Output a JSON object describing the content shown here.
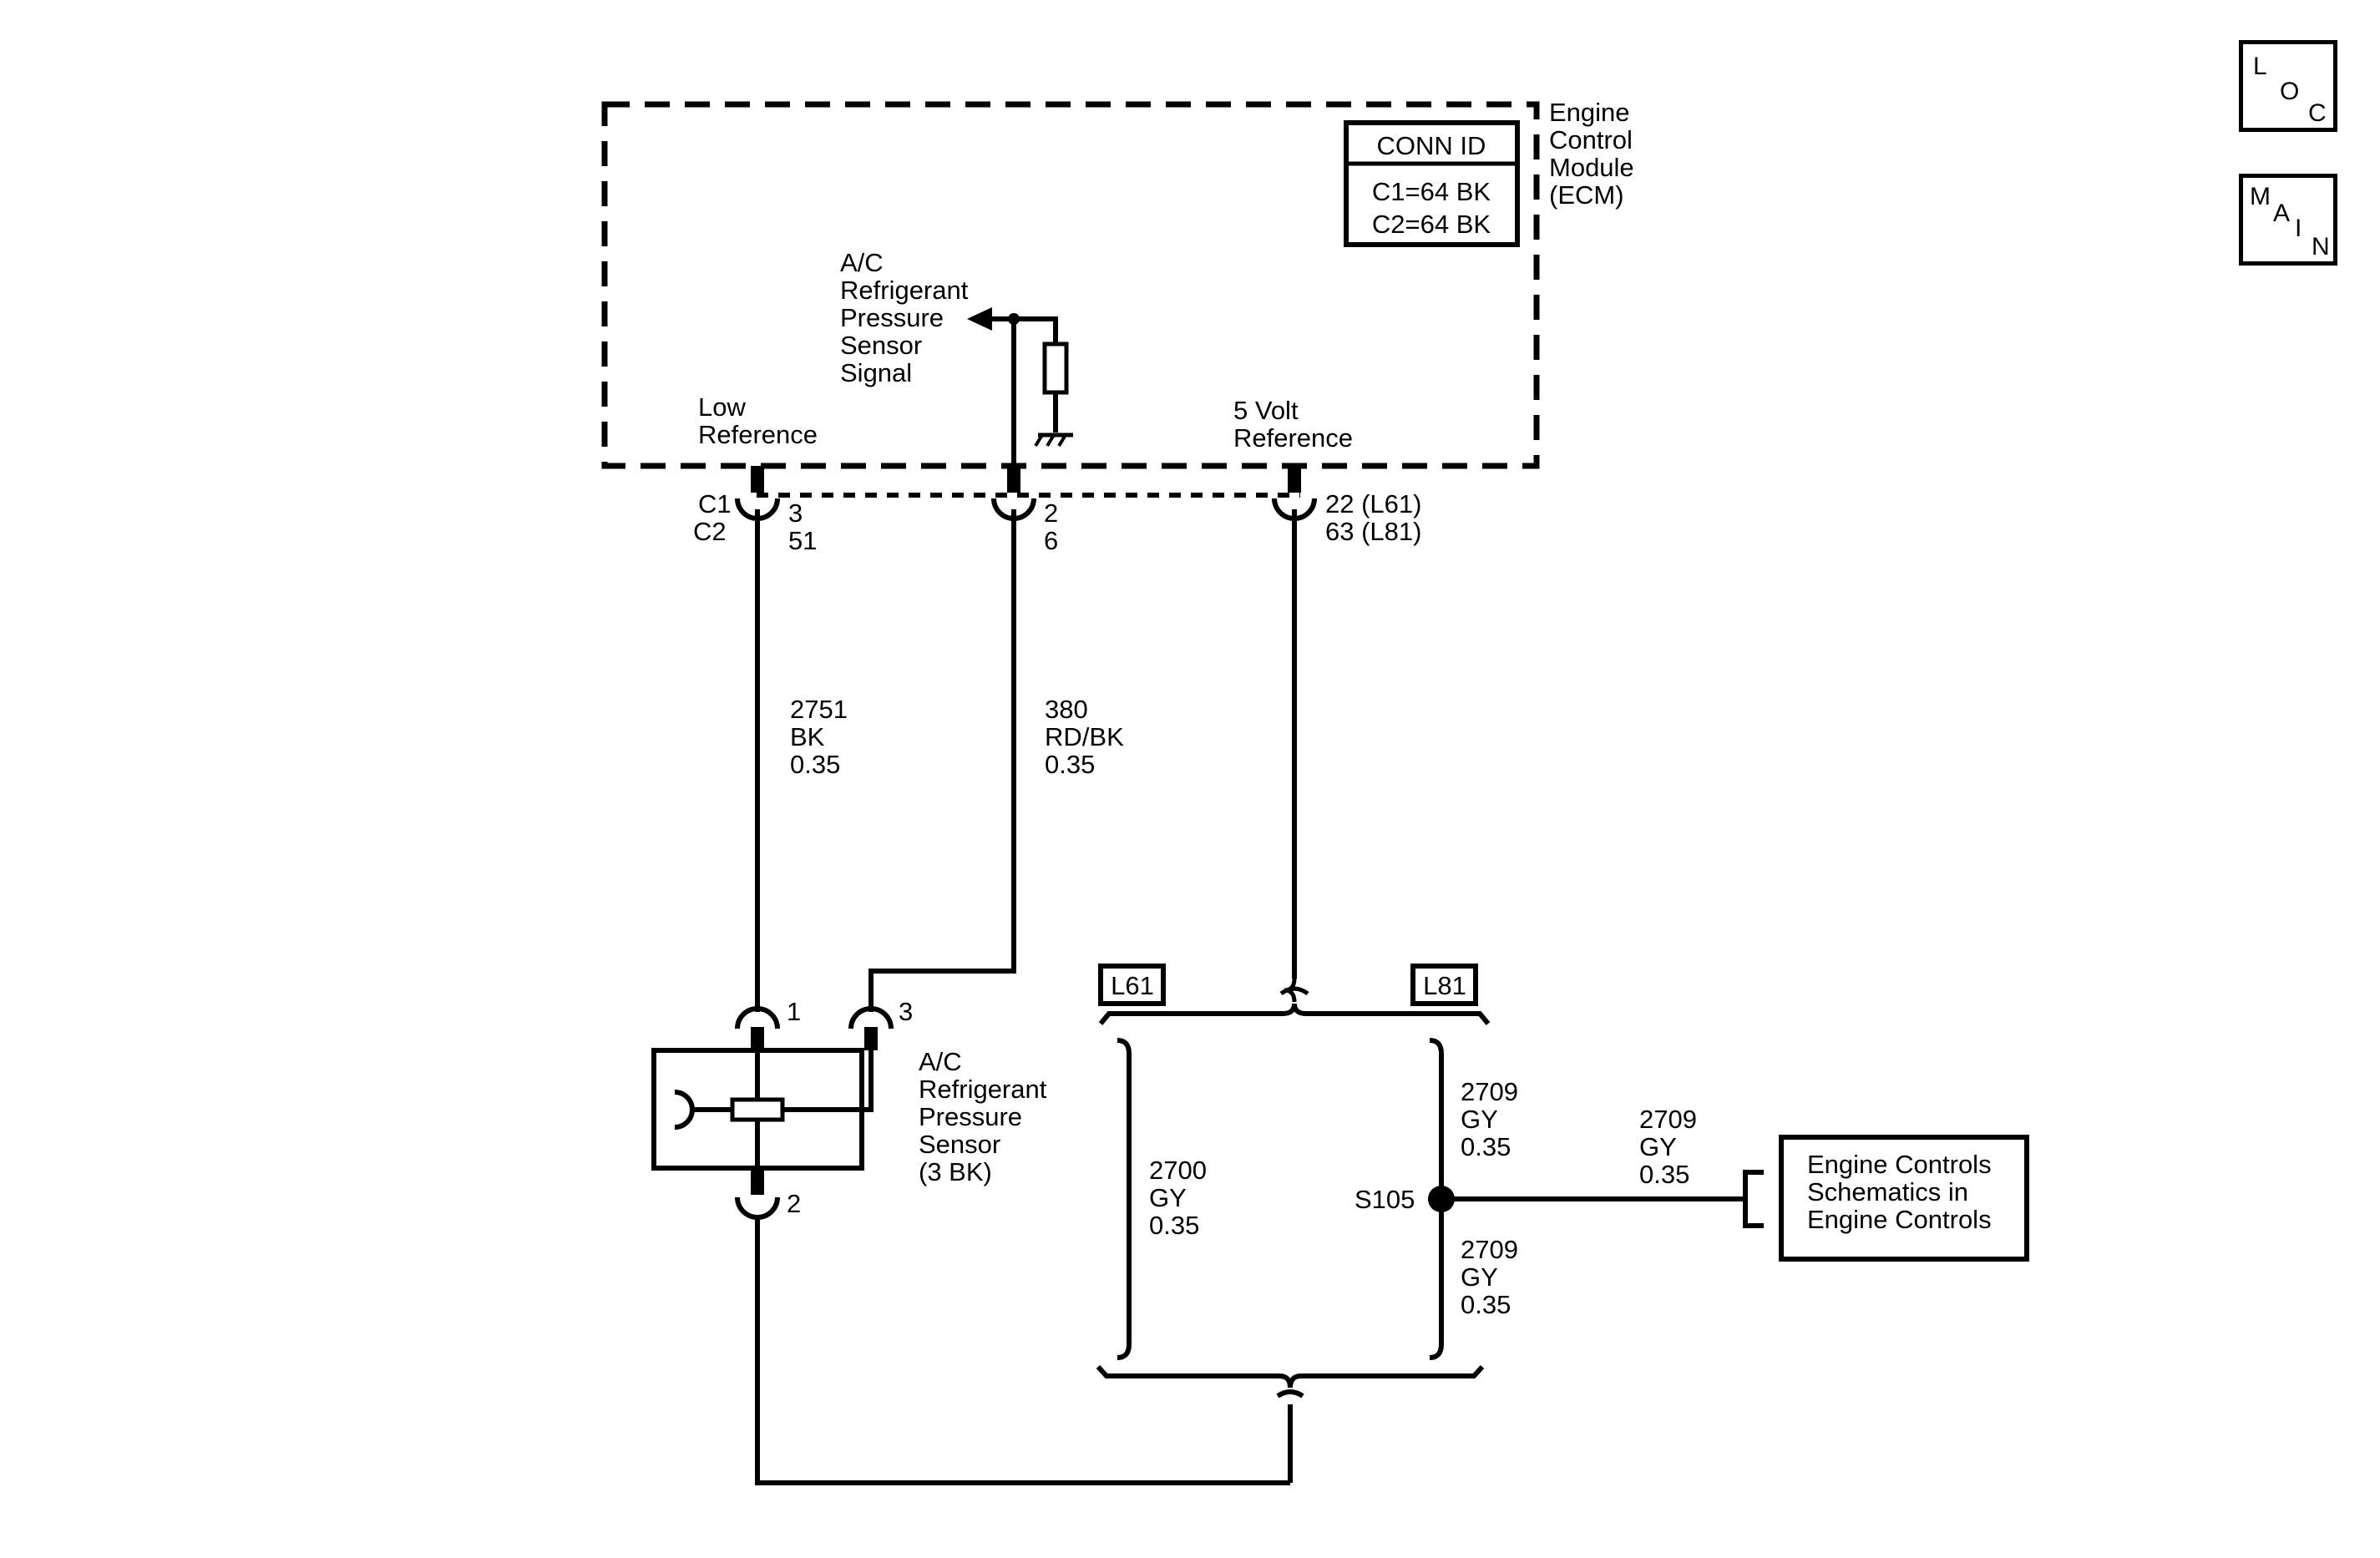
{
  "nav": {
    "loc": {
      "l1": "L",
      "l2": "O",
      "l3": "C"
    },
    "main": {
      "l1": "M",
      "l2": "A",
      "l3": "I",
      "l4": "N"
    }
  },
  "ecm": {
    "name_lines": [
      "Engine",
      "Control",
      "Module",
      "(ECM)"
    ],
    "conn_id_title": "CONN ID",
    "conn_id_rows": [
      "C1=64 BK",
      "C2=64 BK"
    ],
    "signal_lines": [
      "A/C",
      "Refrigerant",
      "Pressure",
      "Sensor",
      "Signal"
    ],
    "low_ref_lines": [
      "Low",
      "Reference"
    ],
    "five_volt_lines": [
      "5 Volt",
      "Reference"
    ],
    "conn_labels": [
      "C1",
      "C2"
    ],
    "pins_low": [
      "3",
      "51"
    ],
    "pins_signal": [
      "2",
      "6"
    ],
    "pins_5v": [
      "22 (L61)",
      "63 (L81)"
    ]
  },
  "wires": {
    "low_ref": [
      "2751",
      "BK",
      "0.35"
    ],
    "signal": [
      "380",
      "RD/BK",
      "0.35"
    ],
    "l61": [
      "2700",
      "GY",
      "0.35"
    ],
    "l81_upper": [
      "2709",
      "GY",
      "0.35"
    ],
    "l81_lower": [
      "2709",
      "GY",
      "0.35"
    ],
    "to_engine": [
      "2709",
      "GY",
      "0.35"
    ]
  },
  "sensor": {
    "name_lines": [
      "A/C",
      "Refrigerant",
      "Pressure",
      "Sensor",
      "(3 BK)"
    ],
    "pin1": "1",
    "pin2": "2",
    "pin3": "3"
  },
  "options": {
    "l61": "L61",
    "l81": "L81"
  },
  "splice": "S105",
  "engine_ref_lines": [
    "Engine Controls",
    "Schematics in",
    "Engine Controls"
  ]
}
